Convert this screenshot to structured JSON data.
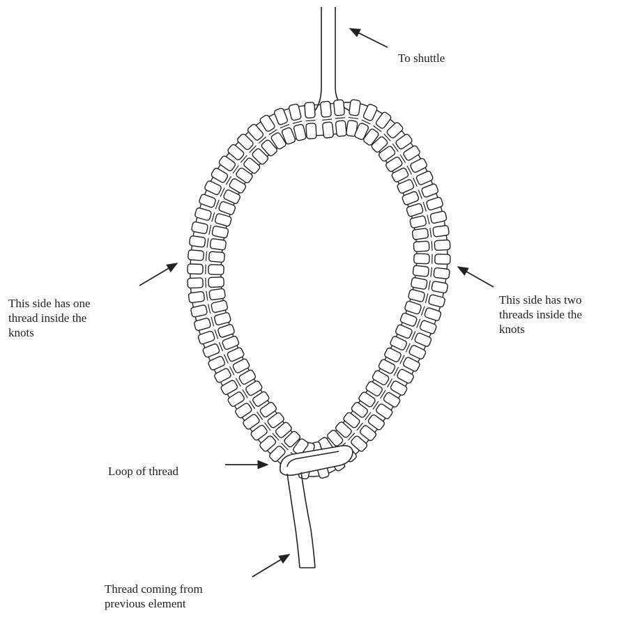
{
  "labels": {
    "to_shuttle": "To shuttle",
    "one_thread": [
      "This side has one",
      "thread inside the",
      "knots"
    ],
    "two_threads": [
      "This side has two",
      "threads inside the",
      "knots"
    ],
    "loop": "Loop of thread",
    "thread_from_previous": [
      "Thread coming from",
      "previous element"
    ]
  },
  "colors": {
    "ink": "#222222",
    "background": "#ffffff"
  }
}
